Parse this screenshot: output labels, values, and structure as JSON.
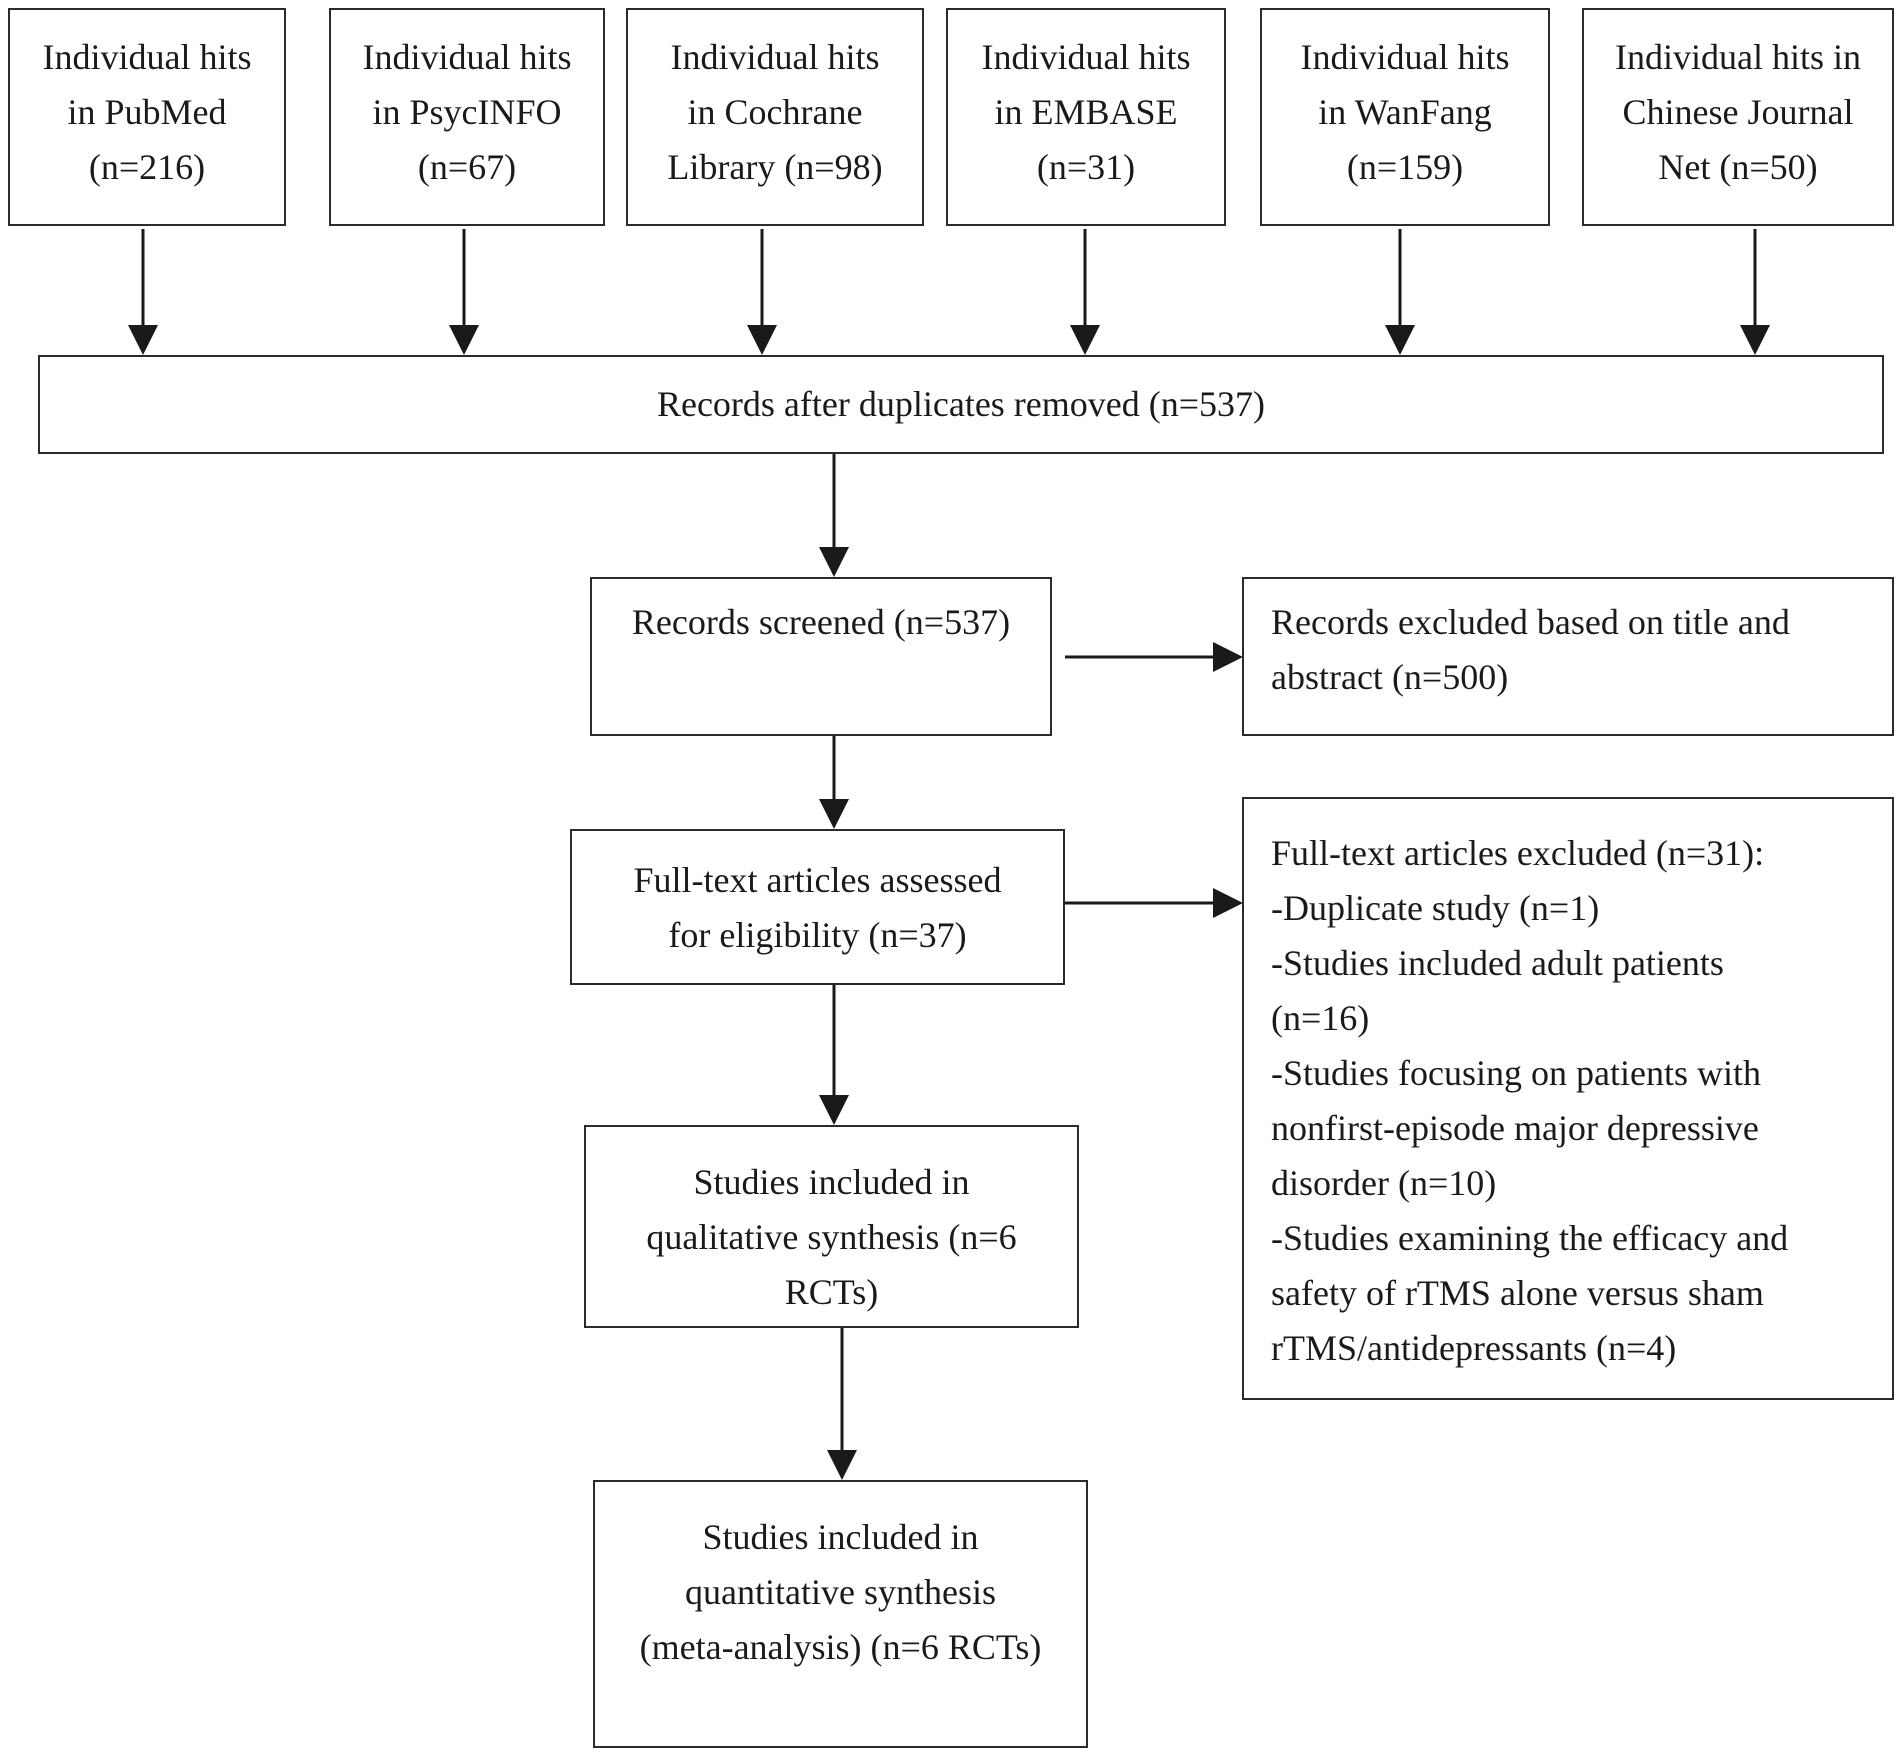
{
  "sources": [
    {
      "lines": [
        "Individual hits",
        "in PubMed",
        "(n=216)"
      ]
    },
    {
      "lines": [
        "Individual hits",
        "in PsycINFO",
        "(n=67)"
      ]
    },
    {
      "lines": [
        "Individual hits",
        "in Cochrane",
        "Library (n=98)"
      ]
    },
    {
      "lines": [
        "Individual hits",
        "in EMBASE",
        "(n=31)"
      ]
    },
    {
      "lines": [
        "Individual hits",
        "in WanFang",
        "(n=159)"
      ]
    },
    {
      "lines": [
        "Individual hits in",
        "Chinese Journal",
        "Net (n=50)"
      ]
    }
  ],
  "dedup": {
    "text": "Records after duplicates removed (n=537)"
  },
  "screened": {
    "text": "Records screened (n=537)"
  },
  "excluded_title": {
    "lines": [
      "Records excluded based on title and",
      "abstract (n=500)"
    ]
  },
  "fulltext": {
    "lines": [
      "Full-text articles assessed",
      "for eligibility (n=37)"
    ]
  },
  "fulltext_excluded": {
    "lines": [
      "Full-text articles excluded (n=31):",
      "-Duplicate study (n=1)",
      "-Studies included adult patients",
      "(n=16)",
      "-Studies focusing on patients with",
      "nonfirst-episode major depressive",
      "disorder (n=10)",
      "-Studies examining the efficacy and",
      "safety of rTMS alone versus sham",
      "rTMS/antidepressants (n=4)"
    ]
  },
  "qualitative": {
    "lines": [
      "Studies included in",
      "qualitative synthesis (n=6",
      "RCTs)"
    ]
  },
  "quantitative": {
    "lines": [
      "Studies included in",
      "quantitative synthesis",
      "(meta-analysis) (n=6 RCTs)"
    ]
  }
}
